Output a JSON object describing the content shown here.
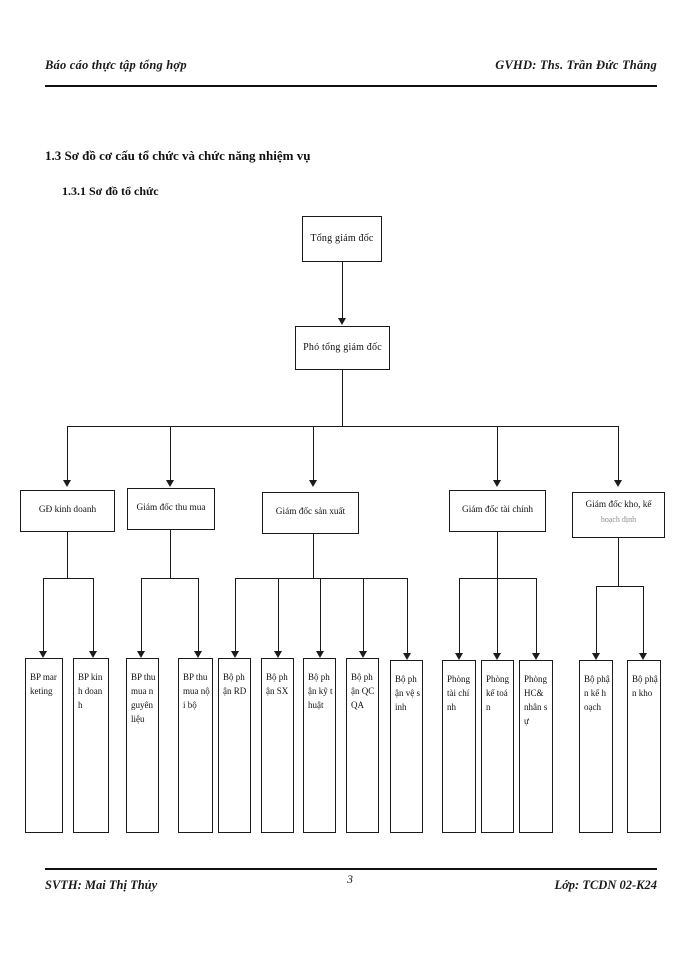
{
  "header": {
    "left": "Báo cáo thực tập tổng hợp",
    "right": "GVHD: Ths. Trần Đức Thắng"
  },
  "headings": {
    "section": "1.3 Sơ đồ cơ cấu tổ chức và chức năng nhiệm vụ",
    "subsection": "1.3.1 Sơ đồ tổ chức"
  },
  "chart": {
    "title": "Sơ đồ tổ chức",
    "type": "org-chart",
    "nodes": {
      "ceo": "Tổng giám đốc",
      "deputy": "Phó tổng giám đốc",
      "managers": [
        "GĐ kinh doanh",
        "Giám đốc thu mua",
        "Giám đốc sản xuất",
        "Giám đốc tài chính",
        "Giám đốc kho, kế"
      ],
      "manager_kho_subline": "hoạch định",
      "leaves": [
        "BP marketing",
        "BP kinh doanh",
        "BP thu mua nguyên liệu",
        "BP thu mua nội bộ",
        "Bộ phận RD",
        "Bộ phận SX",
        "Bộ phận kỹ thuật",
        "Bộ phận QCQA",
        "Bộ phận vệ sinh",
        "Phòng tài chính",
        "Phòng kế toán",
        "Phòng HC& nhân sự",
        "Bộ phận kế hoạch",
        "Bộ phận kho"
      ]
    }
  },
  "footer": {
    "left": "SVTH: Mai Thị Thủy",
    "page": "3",
    "right": "Lớp: TCDN 02-K24"
  },
  "colors": {
    "ink": "#111111",
    "line": "#1b1b1b",
    "paper": "#ffffff"
  }
}
